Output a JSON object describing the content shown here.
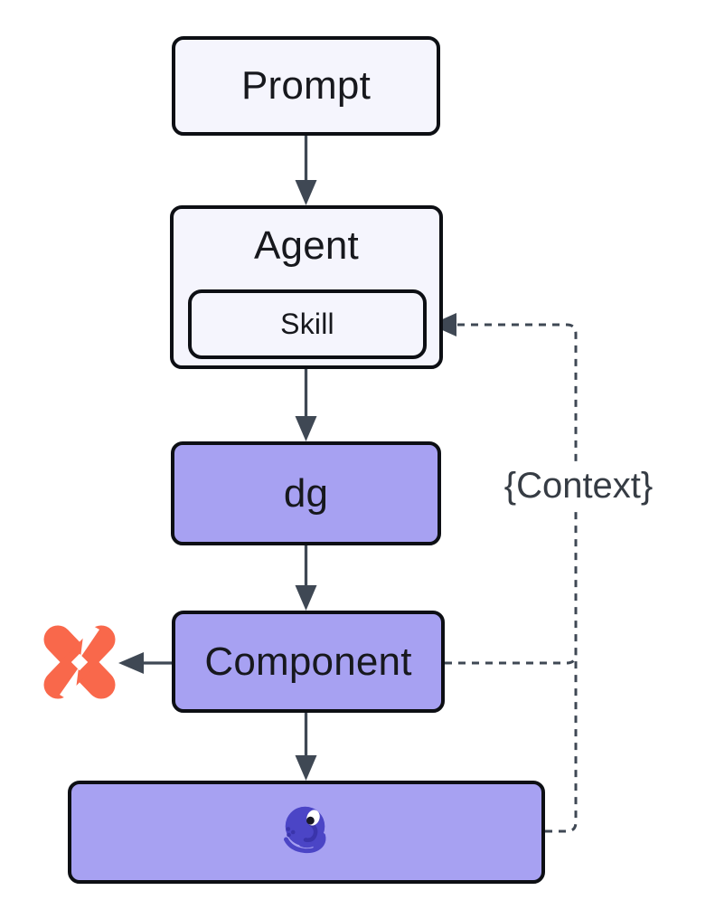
{
  "diagram": {
    "title": "agent-flowchart",
    "nodes": {
      "prompt": {
        "label": "Prompt"
      },
      "agent": {
        "label": "Agent"
      },
      "skill": {
        "label": "Skill"
      },
      "dg": {
        "label": "dg"
      },
      "component": {
        "label": "Component"
      }
    },
    "edge_label": "{Context}",
    "icons": {
      "x_logo": "x-logo-icon",
      "octopus": "octopus-logo-icon"
    },
    "colors": {
      "node_light_fill": "#f5f5fd",
      "node_purple_fill": "#a7a1f2",
      "node_border": "#0d0f14",
      "node_text": "#17181d",
      "arrow": "#3f4854",
      "edge_label_text": "#363c44",
      "x_logo_orange": "#f9684b",
      "octopus_indigo": "#4b45c6",
      "octopus_dark": "#3a34ab",
      "octopus_pupil": "#191926"
    }
  }
}
